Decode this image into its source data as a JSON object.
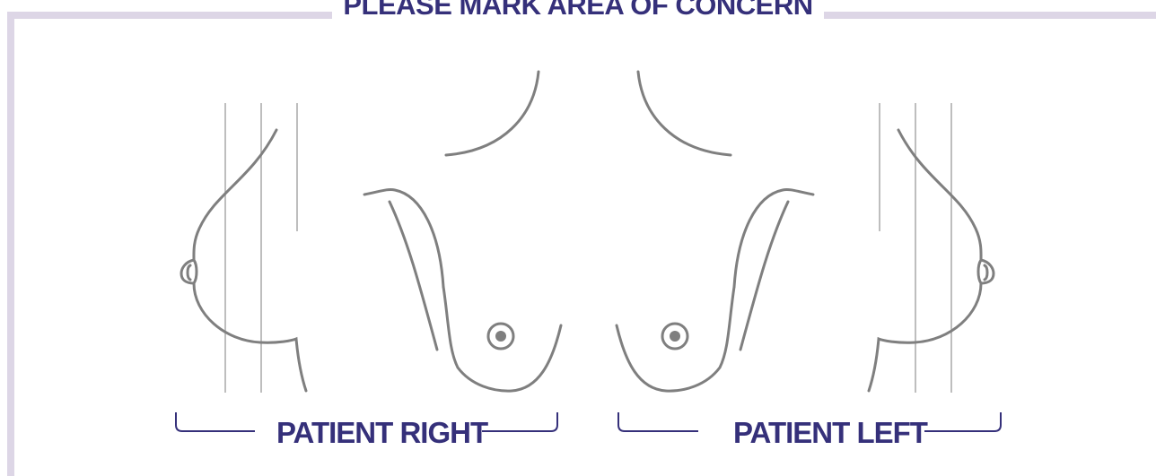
{
  "header": {
    "title": "PLEASE MARK AREA OF CONCERN"
  },
  "labels": {
    "patient_right": "PATIENT RIGHT",
    "patient_left": "PATIENT LEFT"
  },
  "colors": {
    "frame": "#ddd6e6",
    "text": "#35307a",
    "outline": "#7f7f7f",
    "guide": "#a8a8a8",
    "bracket": "#35307a"
  }
}
